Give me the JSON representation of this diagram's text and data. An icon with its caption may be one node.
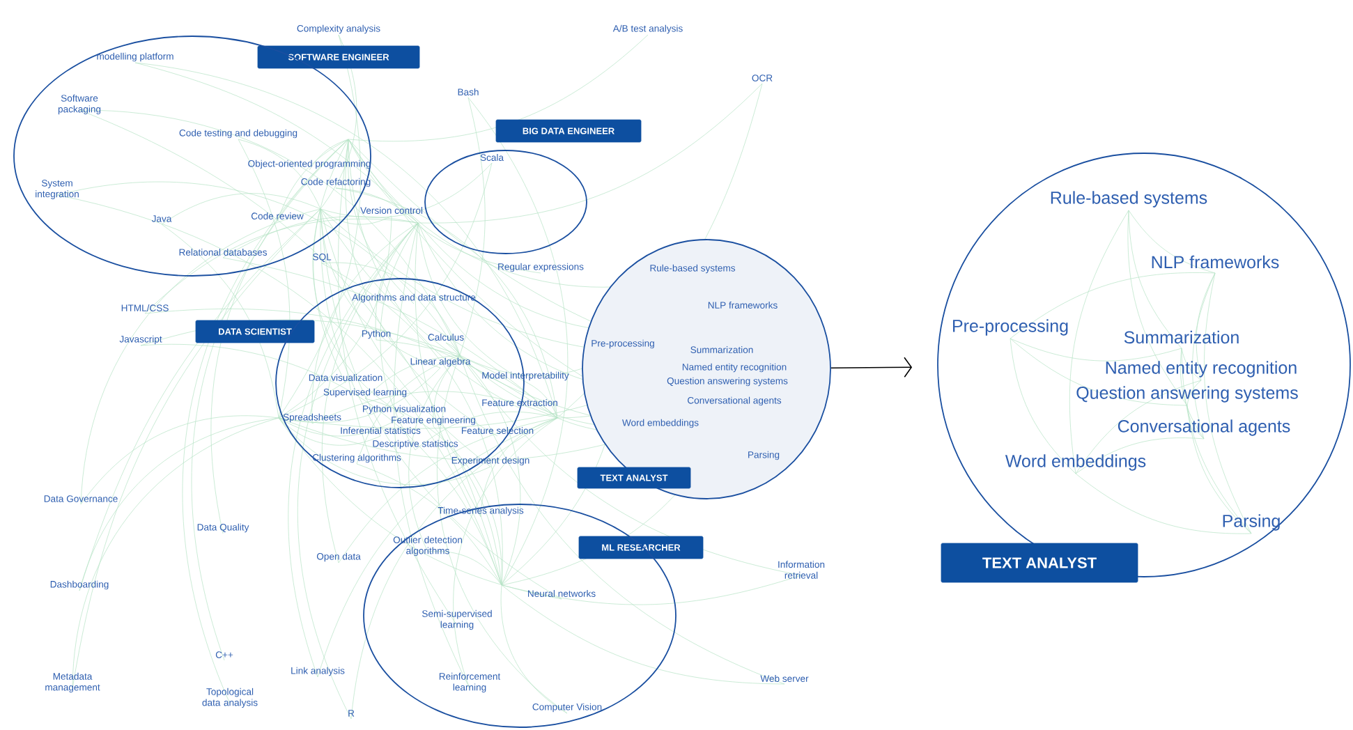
{
  "diagram": {
    "nodes": [
      {
        "text": [
          "SOFTWARE ENGINEER"
        ]
      },
      {
        "text": [
          "modelling platform",
          "Software packaging",
          "Code testing and debugging",
          "Object-oriented programming",
          "Code refactoring",
          "System integration",
          "Java",
          "Code review",
          "Relational databases",
          "SQL"
        ]
      },
      {
        "text": [
          "BIG DATA ENGINEER"
        ]
      },
      {
        "text": [
          "Scala"
        ]
      },
      {
        "text": [
          "DATA SCIENTIST"
        ]
      },
      {
        "text": [
          "Algorithms and data structure",
          "Python",
          "Calculus",
          "Linear algebra",
          "Data visualization",
          "Model interpretability",
          "Supervised learning",
          "Python visualization",
          "Feature extraction",
          "Spreadsheets",
          "Feature engineering",
          "Inferential statistics",
          "Feature selection",
          "Descriptive statistics",
          "Clustering algorithms",
          "Experiment design"
        ]
      },
      {
        "text": [
          "Rule-based systems",
          "NLP frameworks",
          "Pre-processing",
          "Summarization",
          "Named entity recognition",
          "Question answering systems",
          "Conversational agents",
          "Word embeddings",
          "Parsing"
        ]
      },
      {
        "text": [
          "TEXT ANALYST"
        ]
      },
      {
        "text": [
          "ML RESEARCHER"
        ]
      },
      {
        "text": [
          "Time-series analysis",
          "Outlier detection algorithms",
          "Neural networks",
          "Semi-supervised learning",
          "Reinforcement learning",
          "Computer Vision"
        ]
      },
      {
        "text": [
          "Rule-based systems",
          "NLP frameworks",
          "Pre-processing",
          "Summarization",
          "Named entity recognition",
          "Question answering systems",
          "Conversational agents",
          "Word embeddings",
          "Parsing"
        ]
      },
      {
        "text": [
          "TEXT ANALYST"
        ]
      }
    ],
    "edges": [
      {
        "from": 6,
        "to": 10,
        "arrow": "to"
      }
    ],
    "labels": [
      "Complexity analysis",
      "A/B test analysis",
      "OCR",
      "Bash",
      "Version control",
      "Regular expressions",
      "HTML/CSS",
      "Javascript",
      "Data Governance",
      "Data Quality",
      "Open data",
      "Information retrieval",
      "Dashboarding",
      "C++",
      "Link analysis",
      "Web server",
      "Metadata management",
      "Topological data analysis",
      "R"
    ]
  }
}
